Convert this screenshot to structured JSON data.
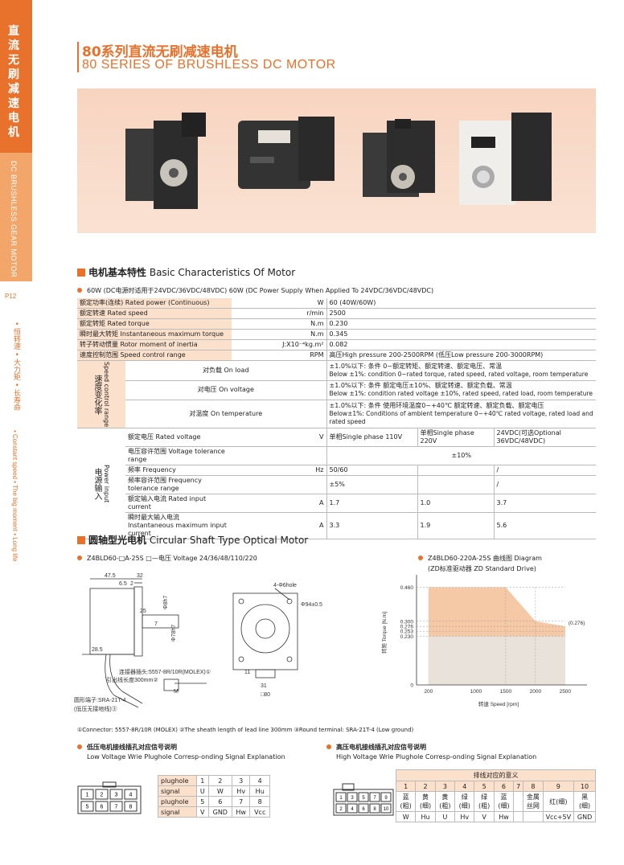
{
  "sidebar": {
    "cn_title": "直流无刷减速电机",
    "en_title": "DC BRUSHLESS GEAR MOTOR",
    "page": "P12",
    "features_cn": "• 恒转速 • 大力矩 • 长寿命",
    "features_en": "• Constant speed • The big moment • Long life"
  },
  "header": {
    "title_cn": "80系列直流无刷减速电机",
    "title_en": "80 SERIES OF BRUSHLESS DC MOTOR"
  },
  "section1": {
    "title_cn": "电机基本特性",
    "title_en": "Basic Characteristics Of Motor",
    "note": "60W (DC电源时适用于24VDC/36VDC/48VDC)  60W (DC Power Supply When Applied To 24VDC/36VDC/48VDC)"
  },
  "spec": {
    "rows": [
      {
        "name": "额定功率(连续) Rated power (Continuous)",
        "unit": "W",
        "value": "60 (40W/60W)"
      },
      {
        "name": "额定转速 Rated speed",
        "unit": "r/min",
        "value": "2500"
      },
      {
        "name": "额定转矩 Rated torque",
        "unit": "N.m",
        "value": "0.230"
      },
      {
        "name": "瞬时最大转矩 Instantaneous maximum torque",
        "unit": "N.m",
        "value": "0.345"
      },
      {
        "name": "转子转动惯量 Rotor moment of inertia",
        "unit": "J:X10⁻⁴kg.m²",
        "value": "0.082"
      },
      {
        "name": "速度控制范围 Speed control range",
        "unit": "RPM",
        "value": "高压High pressure 200-2500RPM (低压Low pressure 200-3000RPM)"
      }
    ],
    "speed_group_cn": "速度变化率",
    "speed_group_en": "Speed control range",
    "speed_rows": [
      {
        "name": "对负载 On load",
        "value_cn": "±1.0%以下: 条件 0~额定转矩、额定转速、额定电压、常温",
        "value_en": "Below ±1%: condition 0~rated torque, rated speed, rated voltage, room temperature"
      },
      {
        "name": "对电压 On voltage",
        "value_cn": "±1.0%以下: 条件 额定电压±10%、额定转速、额定负载、常温",
        "value_en": "Below ±1%: condition rated voltage ±10%, rated speed, rated load, room temperature"
      },
      {
        "name": "对温度 On temperature",
        "value_cn": "±1.0%以下: 条件 使用环境温度0~+40℃ 额定转速、额定负载、额定电压",
        "value_en": "Below±1%: Conditions of ambient temperature 0~+40℃ rated voltage, rated load and rated speed"
      }
    ],
    "power_group_cn": "电源输入",
    "power_group_en": "Power input",
    "power_rows": [
      {
        "name": "额定电压 Rated voltage",
        "unit": "V",
        "v1": "单相Single phase 110V",
        "v2": "单相Single phase 220V",
        "v3": "24VDC(可选Optional 36VDC/48VDC)"
      },
      {
        "name": "电压容许范围 Voltage tolerance range",
        "unit": "",
        "v1": "",
        "v2": "±10%",
        "v3": ""
      },
      {
        "name": "频率 Frequency",
        "unit": "Hz",
        "v1": "50/60",
        "v2": "",
        "v3": "/"
      },
      {
        "name": "频率容许范围 Frequency tolerance range",
        "unit": "",
        "v1": "±5%",
        "v2": "",
        "v3": "/"
      },
      {
        "name": "额定输入电流 Rated input current",
        "unit": "A",
        "v1": "1.7",
        "v2": "1.0",
        "v3": "3.7"
      },
      {
        "name": "瞬时最大输入电流",
        "name2": "Instantaneous maximum input current",
        "unit": "A",
        "v1": "3.3",
        "v2": "1.9",
        "v3": "5.6"
      }
    ]
  },
  "section2": {
    "title_cn": "圆轴型光电机",
    "title_en": "Circular Shaft Type Optical Motor",
    "model_note": "Z4BLD60-□A-25S  □—电压 Voltage 24/36/48/110/220",
    "chart_note": "Z4BLD60-220A-25S 曲线图 Diagram",
    "chart_note2": "(ZD标准驱动器 ZD Standard Drive)"
  },
  "drawing": {
    "d1": "47.5",
    "d2": "32",
    "d3": "6.5",
    "d4": "2",
    "d5": "25",
    "d6": "7",
    "d7": "Φ8h7",
    "d8": "Φ78h7",
    "d9": "28.5",
    "connector": "连接器插头:5557-8R/10R(MOLEX)①",
    "lead": "引出线长度300mm②",
    "m": "M",
    "terminal": "圆形端子:SRA-21T-4",
    "ground": "(低压无接地线)③",
    "holes": "4-Φ6hole",
    "pcd": "Φ94±0.5",
    "dim31": "31",
    "dim11": "11",
    "sq80": "□80"
  },
  "footnote": "①Connector: 5557-8R/10R (MOLEX)  ②The sheath length of lead line 300mm  ③Round terminal: SRA-21T-4 (Low ground)",
  "chart_data": {
    "type": "area",
    "ylabel": "转矩 Torque [N.m]",
    "xlabel": "转速 Speed [rpm]",
    "x_ticks": [
      "200",
      "1000",
      "1500",
      "2000",
      "2500"
    ],
    "y_ticks": [
      "0",
      "0.230",
      "0.253",
      "0.276",
      "0.300",
      "0.460"
    ],
    "annotation": "(0.276)",
    "series": [
      {
        "name": "",
        "x": [
          200,
          1500,
          2000,
          2500
        ],
        "y": [
          0.46,
          0.46,
          0.3,
          0.276
        ]
      },
      {
        "name": "",
        "x": [
          200,
          2500
        ],
        "y": [
          0.23,
          0.23
        ]
      }
    ],
    "xlim": [
      0,
      2800
    ],
    "ylim": [
      0,
      0.5
    ]
  },
  "low_voltage": {
    "title_cn": "低压电机接线插孔对应信号说明",
    "title_en": "Low Voltage  Wrie Plughole Corresp-onding Signal Explanation",
    "rows": [
      {
        "label": "plughole",
        "cells": [
          "1",
          "2",
          "3",
          "4"
        ]
      },
      {
        "label": "signal",
        "cells": [
          "U",
          "W",
          "Hv",
          "Hu"
        ]
      },
      {
        "label": "plughole",
        "cells": [
          "5",
          "6",
          "7",
          "8"
        ]
      },
      {
        "label": "signal",
        "cells": [
          "V",
          "GND",
          "Hw",
          "Vcc"
        ]
      }
    ],
    "pins_top": [
      "1",
      "2",
      "3",
      "4"
    ],
    "pins_bottom": [
      "5",
      "6",
      "7",
      "8"
    ]
  },
  "high_voltage": {
    "title_cn": "高压电机接线插孔对应信号说明",
    "title_en": "High Voltage  Wrie Plughole Corresp-onding Signal Explanation",
    "header": "排线对应的意义",
    "numbers": [
      "1",
      "2",
      "3",
      "4",
      "5",
      "6",
      "7",
      "8",
      "9",
      "10"
    ],
    "colors": [
      "蓝(粗)",
      "黄(细)",
      "黄(粗)",
      "绿(细)",
      "绿(粗)",
      "蓝(细)",
      "",
      "金属丝网",
      "红(细)",
      "黑(细)"
    ],
    "signals": [
      "W",
      "Hu",
      "U",
      "Hv",
      "V",
      "Hw",
      "",
      "",
      "Vcc+5V",
      "GND"
    ],
    "pins_top": [
      "1",
      "3",
      "5",
      "7",
      "9"
    ],
    "pins_bottom": [
      "2",
      "4",
      "6",
      "8",
      "10"
    ]
  }
}
